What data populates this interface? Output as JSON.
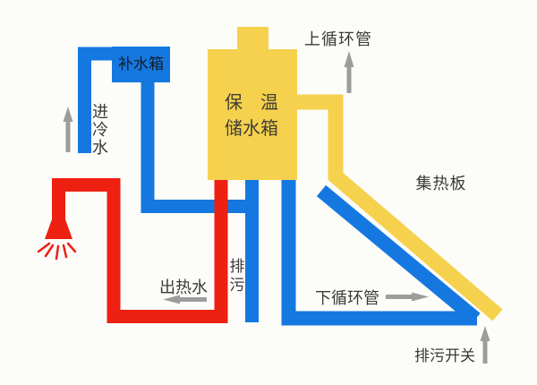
{
  "labels": {
    "makeup_tank": "补水箱",
    "cold_inlet": [
      "进",
      "冷",
      "水"
    ],
    "storage_tank_line1": "保　温",
    "storage_tank_line2": "储水箱",
    "upper_circulation": "上循环管",
    "collector": "集热板",
    "hot_water_out": "出热水",
    "drain": [
      "排",
      "污"
    ],
    "lower_circulation": "下循环管",
    "drain_switch": "排污开关"
  },
  "colors": {
    "hot": "#ee2012",
    "cold": "#1578e0",
    "tank": "#f6d14d",
    "arrow": "#9c9c9c",
    "text": "#3a3a3a",
    "tank_text": "#403f35",
    "box_text": "#141d2b",
    "background": "#fcfcf9"
  }
}
